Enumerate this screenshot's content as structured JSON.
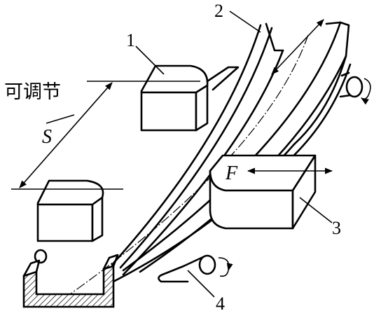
{
  "labels": {
    "l1": "1",
    "l2": "2",
    "l3": "3",
    "l4": "4",
    "adjustable": "可调节",
    "s": "S",
    "force": "F"
  }
}
